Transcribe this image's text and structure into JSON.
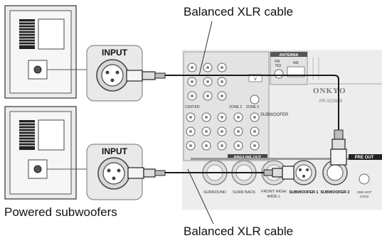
{
  "captions": {
    "cable_top": "Balanced XLR cable",
    "cable_bottom": "Balanced XLR cable",
    "subwoofers": "Powered subwoofers"
  },
  "input_labels": {
    "top": "INPUT",
    "bottom": "INPUT"
  },
  "receiver": {
    "brand": "ONKYO",
    "model": "PR-SC5509",
    "antenna": "ANTENNA",
    "antenna_fm": "FM\n75Ω",
    "antenna_am": "AM",
    "pre_out": "PRE OUT",
    "preline_out": "PRE/LINE OUT",
    "subwoofer": "SUBWOOFER",
    "subwoofer1": "SUBWOOFER 1",
    "subwoofer2": "SUBWOOFER 2",
    "surround": "SURROUND",
    "surr_back": "SURR BACK",
    "front_high": "FRONT HIGH/\nWIDE L",
    "sw_hot": "GND HOT\nCOLD",
    "zone2": "ZONE 2",
    "zone3": "ZONE 3",
    "center": "CENTER"
  },
  "colors": {
    "line": "#1a1a1a",
    "panel": "#e6e6e6",
    "panel_stroke": "#8a8a8a",
    "jack": "#cfcfcf"
  }
}
